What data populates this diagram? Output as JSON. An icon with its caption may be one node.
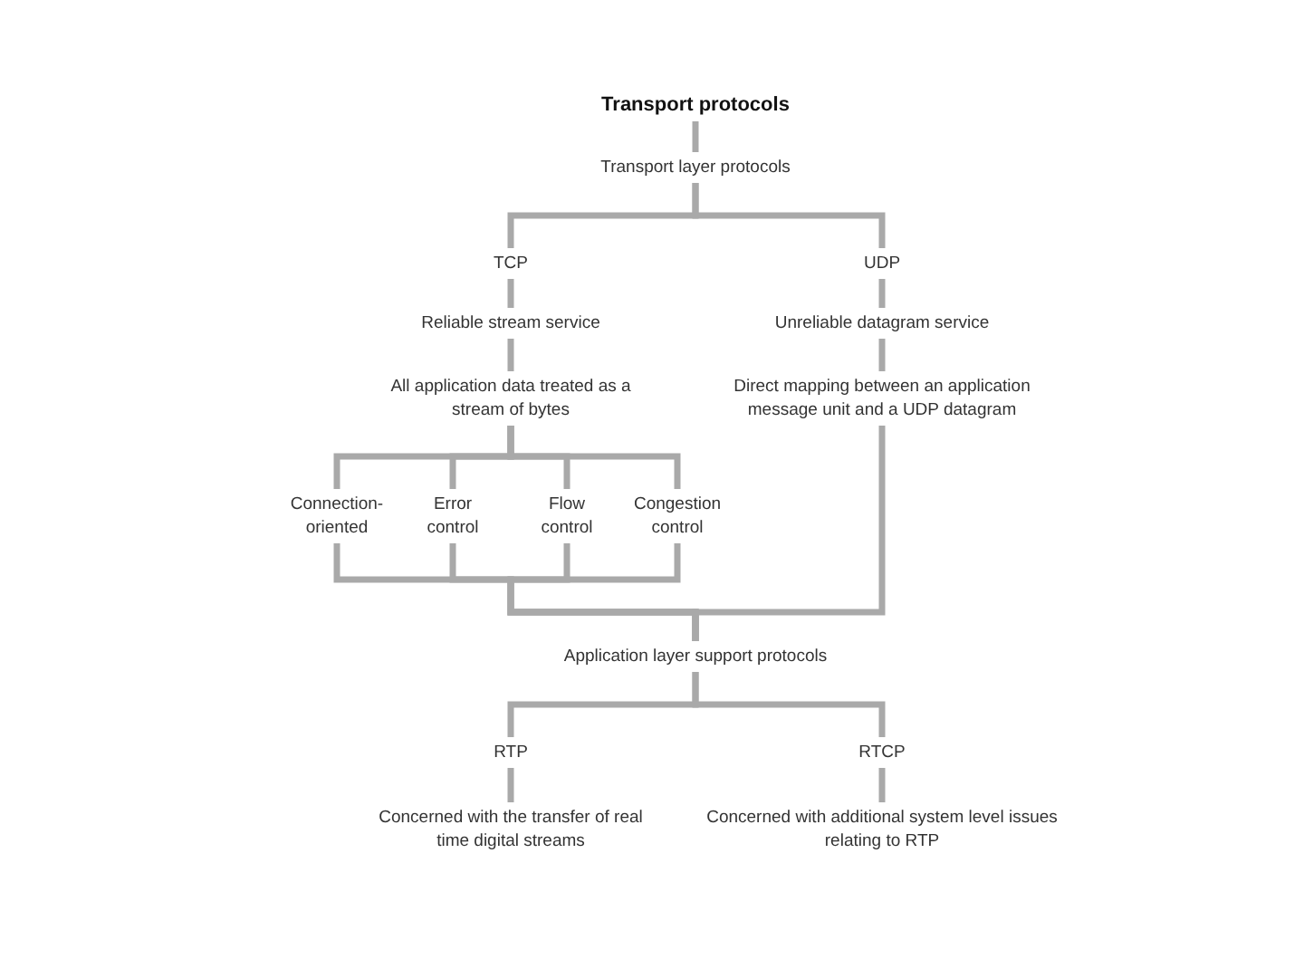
{
  "diagram": {
    "nodes": [
      {
        "text": [
          "Transport protocols"
        ]
      },
      {
        "text": [
          "Transport layer protocols"
        ]
      },
      {
        "text": [
          "TCP"
        ]
      },
      {
        "text": [
          "UDP"
        ]
      },
      {
        "text": [
          "Reliable stream service"
        ]
      },
      {
        "text": [
          "Unreliable datagram service"
        ]
      },
      {
        "text": [
          "All application data treated as a stream of bytes"
        ]
      },
      {
        "text": [
          "Direct mapping between an application message unit and a UDP datagram"
        ]
      },
      {
        "text": [
          "Connection-oriented"
        ]
      },
      {
        "text": [
          "Error control"
        ]
      },
      {
        "text": [
          "Flow control"
        ]
      },
      {
        "text": [
          "Congestion control"
        ]
      },
      {
        "text": [
          "Application layer support protocols"
        ]
      },
      {
        "text": [
          "RTP"
        ]
      },
      {
        "text": [
          "RTCP"
        ]
      },
      {
        "text": [
          "Concerned with the transfer of real time digital streams"
        ]
      },
      {
        "text": [
          "Concerned with additional system level issues relating to RTP"
        ]
      }
    ],
    "edges": [
      {
        "from": 0,
        "to": 1,
        "arrow": "none"
      },
      {
        "from": 1,
        "to": 2,
        "arrow": "none"
      },
      {
        "from": 1,
        "to": 3,
        "arrow": "none"
      },
      {
        "from": 2,
        "to": 4,
        "arrow": "none"
      },
      {
        "from": 3,
        "to": 5,
        "arrow": "none"
      },
      {
        "from": 4,
        "to": 6,
        "arrow": "none"
      },
      {
        "from": 5,
        "to": 7,
        "arrow": "none"
      },
      {
        "from": 6,
        "to": 8,
        "arrow": "none"
      },
      {
        "from": 6,
        "to": 9,
        "arrow": "none"
      },
      {
        "from": 6,
        "to": 10,
        "arrow": "none"
      },
      {
        "from": 6,
        "to": 11,
        "arrow": "none"
      },
      {
        "from": 8,
        "to": 12,
        "arrow": "none"
      },
      {
        "from": 9,
        "to": 12,
        "arrow": "none"
      },
      {
        "from": 10,
        "to": 12,
        "arrow": "none"
      },
      {
        "from": 11,
        "to": 12,
        "arrow": "none"
      },
      {
        "from": 7,
        "to": 12,
        "arrow": "none"
      },
      {
        "from": 12,
        "to": 13,
        "arrow": "none"
      },
      {
        "from": 12,
        "to": 14,
        "arrow": "none"
      },
      {
        "from": 13,
        "to": 15,
        "arrow": "none"
      },
      {
        "from": 14,
        "to": 16,
        "arrow": "none"
      }
    ]
  }
}
